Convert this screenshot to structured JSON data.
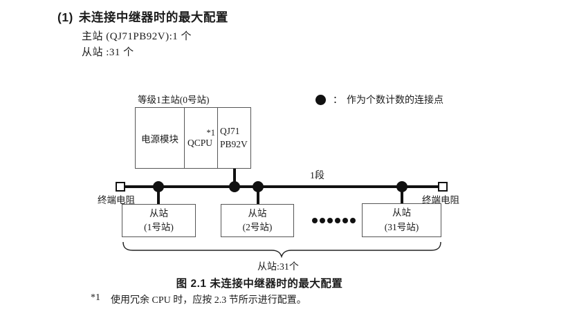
{
  "heading": {
    "number": "(1)",
    "title": "未连接中继器时的最大配置"
  },
  "specs": {
    "master": "主站 (QJ71PB92V):1 个",
    "slaves": "从站 :31 个"
  },
  "legend": {
    "colon": "：",
    "text": "作为个数计数的连接点"
  },
  "master_station": {
    "label": "等级1主站(0号站)",
    "power_module": "电源模块",
    "cpu": "QCPU",
    "cpu_note": "*1",
    "pb_line1": "QJ71",
    "pb_line2": "PB92V"
  },
  "bus": {
    "segment_label": "1段",
    "left_terminator": "终端电阻",
    "right_terminator": "终端电阻"
  },
  "slaves": [
    {
      "name": "从站",
      "station": "(1号站)"
    },
    {
      "name": "从站",
      "station": "(2号站)"
    },
    {
      "name": "从站",
      "station": "(31号站)"
    }
  ],
  "summary": {
    "slave_count": "从站:31个"
  },
  "caption": "图 2.1 未连接中继器时的最大配置",
  "footnote": {
    "marker": "*1",
    "text": "使用冗余 CPU 时，应按 2.3 节所示进行配置。"
  }
}
